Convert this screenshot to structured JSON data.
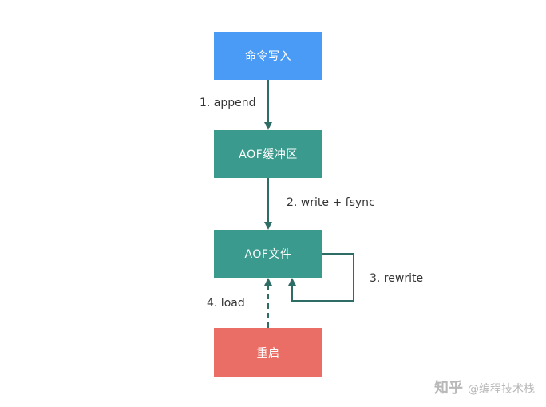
{
  "diagram": {
    "nodes": {
      "command": {
        "label": "命令写入",
        "color": "#4A9BF5"
      },
      "buffer": {
        "label": "AOF缓冲区",
        "color": "#3A9A8D"
      },
      "file": {
        "label": "AOF文件",
        "color": "#3A9A8D"
      },
      "restart": {
        "label": "重启",
        "color": "#EB6E66"
      }
    },
    "edges": {
      "append": {
        "label": "1. append",
        "from": "命令写入",
        "to": "AOF缓冲区",
        "style": "solid"
      },
      "write": {
        "label": "2. write + fsync",
        "from": "AOF缓冲区",
        "to": "AOF文件",
        "style": "solid"
      },
      "rewrite": {
        "label": "3. rewrite",
        "from": "AOF文件",
        "to": "AOF文件",
        "style": "solid"
      },
      "load": {
        "label": "4. load",
        "from": "重启",
        "to": "AOF文件",
        "style": "dashed"
      }
    },
    "edge_color": "#2E6D66"
  },
  "watermark": {
    "logo": "知乎",
    "text": "@编程技术栈"
  }
}
